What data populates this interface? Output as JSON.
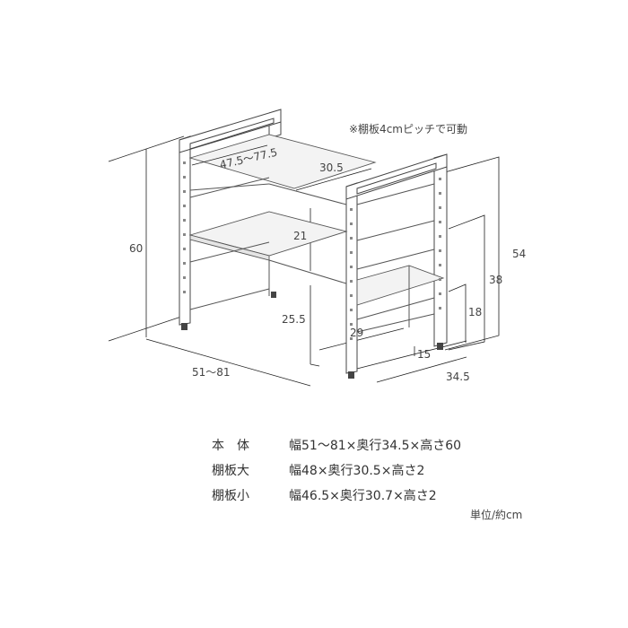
{
  "note": "※棚板4cmピッチで可動",
  "dimensions": {
    "height_total": "60",
    "width_range": "51～81",
    "depth": "34.5",
    "shelf_width_range": "47.5～77.5",
    "shelf_depth": "30.5",
    "height_54": "54",
    "height_38": "38",
    "height_18": "18",
    "upper_gap": "21",
    "lower_gap": "25.5",
    "inner_depth": "29",
    "small_offset": "15"
  },
  "specs": [
    {
      "label": "本　体",
      "value": "幅51～81×奥行34.5×高さ60"
    },
    {
      "label": "棚板大",
      "value": "幅48×奥行30.5×高さ2"
    },
    {
      "label": "棚板小",
      "value": "幅46.5×奥行30.7×高さ2"
    }
  ],
  "unit": "単位/約cm"
}
